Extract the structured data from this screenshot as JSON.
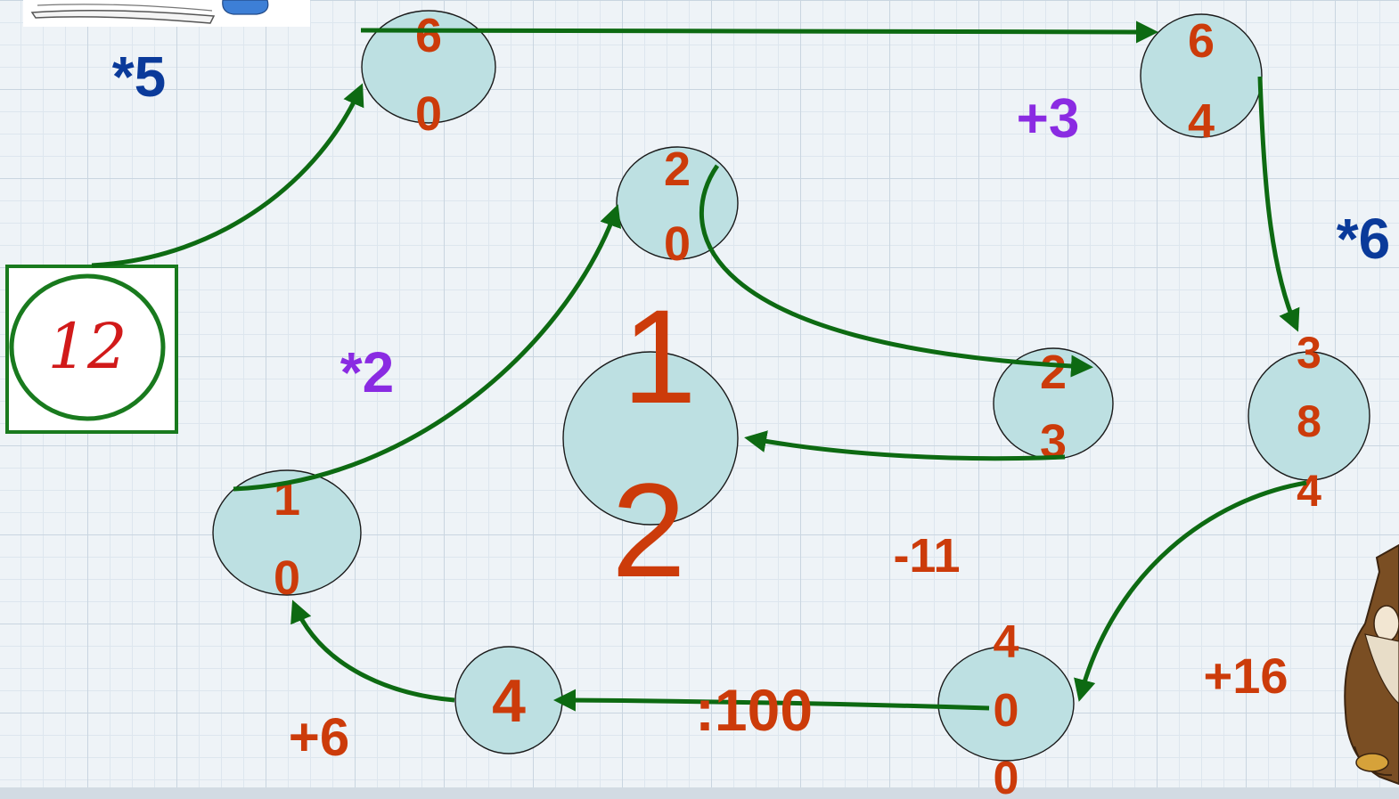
{
  "start": {
    "value": "12"
  },
  "bubbles": {
    "sixty": [
      "6",
      "0"
    ],
    "sixtyfour": [
      "6",
      "4"
    ],
    "twenty": [
      "2",
      "0"
    ],
    "twelve": [
      "1",
      "2"
    ],
    "twentythree": [
      "2",
      "3"
    ],
    "threeeightyfour": [
      "3",
      "8",
      "4"
    ],
    "ten": [
      "1",
      "0"
    ],
    "four": [
      "4"
    ],
    "fourhundred": [
      "4",
      "0",
      "0"
    ]
  },
  "operations": {
    "times5": "*5",
    "plus3": "+3",
    "times6": "*6",
    "times2": "*2",
    "minus11": "-11",
    "plus16": "+16",
    "div100": ":100",
    "plus6": "+6"
  },
  "colors": {
    "numbers": "#cc3b0a",
    "op_blue": "#0a3a9a",
    "op_purple": "#8a2be2",
    "op_red": "#cc3b0a",
    "arrows": "#0d6a12",
    "bubble_fill": "#bde0e2"
  }
}
